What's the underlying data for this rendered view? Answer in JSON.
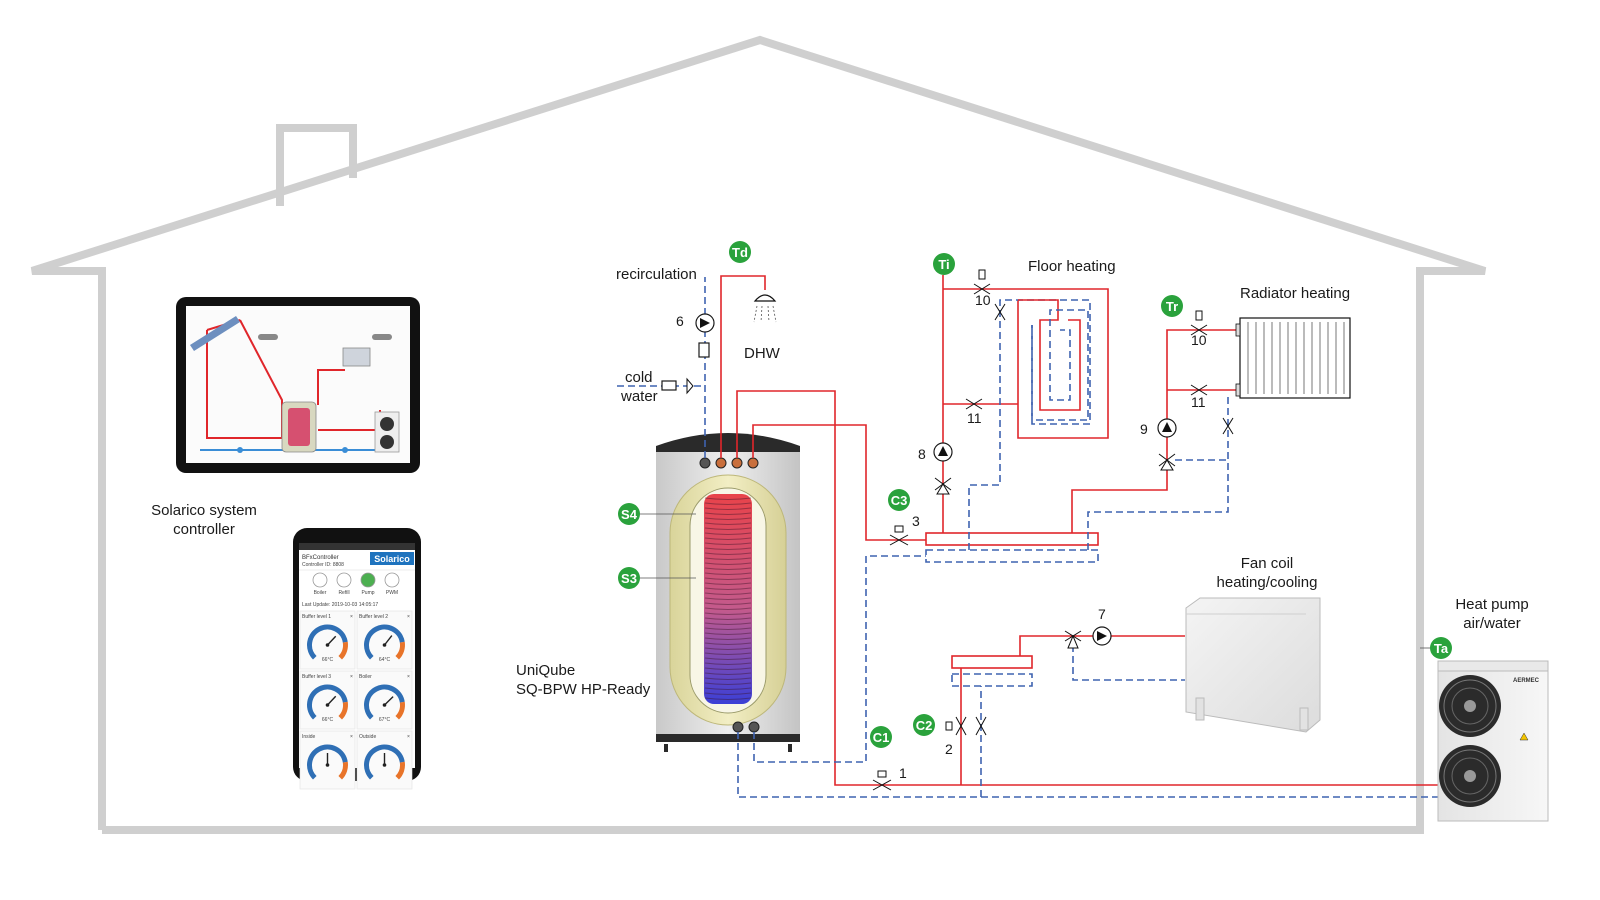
{
  "colors": {
    "supply": "#e0262b",
    "return": "#3f63b0",
    "sensor_tag": "#2aa23c",
    "house_outline": "#cfcfcf"
  },
  "labels": {
    "recirculation": "recirculation",
    "cold": "cold",
    "water": "water",
    "dhw": "DHW",
    "floor_heating": "Floor heating",
    "radiator_heating": "Radiator heating",
    "fan_coil_line1": "Fan coil",
    "fan_coil_line2": "heating/cooling",
    "heat_pump_line1": "Heat pump",
    "heat_pump_line2": "air/water",
    "tank_line1": "UniQube",
    "tank_line2": "SQ-BPW HP-Ready",
    "controller_line1": "Solarico system",
    "controller_line2": "controller"
  },
  "sensor_tags": {
    "td": "Td",
    "ti": "Ti",
    "tr": "Tr",
    "ta": "Ta",
    "c1": "C1",
    "c2": "C2",
    "c3": "C3",
    "s3": "S3",
    "s4": "S4"
  },
  "component_numbers": {
    "n1": "1",
    "n2": "2",
    "n3": "3",
    "n6": "6",
    "n7": "7",
    "n8": "8",
    "n9": "9",
    "n10_floor": "10",
    "n11_floor": "11",
    "n10_rad": "10",
    "n11_rad": "11"
  },
  "heat_pump_brand": "AERMEC",
  "tablet": {
    "icons": [
      "solar-collector-icon",
      "radiator-icon",
      "storage-tank-icon",
      "heat-pump-icon",
      "pump-icon"
    ]
  },
  "phone": {
    "app_title": "BFxController",
    "controller_id": "Controller ID: 8808",
    "brand": "Solarico",
    "mode_buttons": [
      "Boiler",
      "Refill",
      "Pump",
      "PWM"
    ],
    "last_update": "Last Update: 2019-10-03 14:05:17",
    "gauges": [
      {
        "label": "Buffer level 1",
        "value": "66°C",
        "level": 0.66
      },
      {
        "label": "Buffer level 2",
        "value": "64°C",
        "level": 0.64
      },
      {
        "label": "Buffer level 3",
        "value": "66°C",
        "level": 0.66
      },
      {
        "label": "Boiler",
        "value": "67°C",
        "level": 0.67
      },
      {
        "label": "Inside",
        "value": "",
        "level": 0.5
      },
      {
        "label": "Outside",
        "value": "",
        "level": 0.5
      }
    ]
  }
}
